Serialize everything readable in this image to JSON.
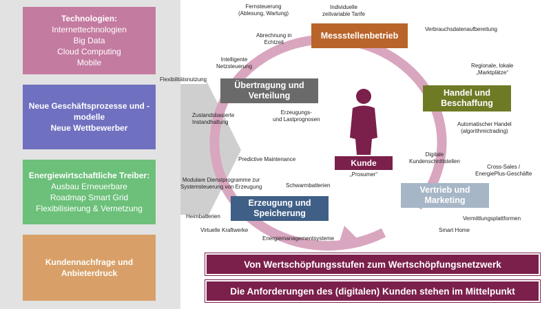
{
  "left_boxes": [
    {
      "title": "Technologien:",
      "lines": [
        "Internettechnologien",
        "Big Data",
        "Cloud Computing",
        "Mobile"
      ],
      "color": "#c47ba0"
    },
    {
      "title": "Neue Geschäftsprozesse und -modelle\nNeue Wettbewerber",
      "lines": [],
      "color": "#7070c0"
    },
    {
      "title": "Energiewirtschaftliche Treiber:",
      "lines": [
        "Ausbau Erneuerbare",
        "Roadmap Smart Grid",
        "Flexibilisierung  & Vernetzung"
      ],
      "color": "#6cc07a"
    },
    {
      "title": "Kundennachfrage und Anbieterdruck",
      "lines": [],
      "color": "#d8a068"
    }
  ],
  "nodes": {
    "messstellen": {
      "label": "Messstellenbetrieb",
      "color": "#b9642a"
    },
    "handel": {
      "label": "Handel und Beschaffung",
      "color": "#6f7a25"
    },
    "vertrieb": {
      "label": "Vertrieb und Marketing",
      "color": "#a6b6c6"
    },
    "erzeugung": {
      "label": "Erzeugung und Speicherung",
      "color": "#3f5f86"
    },
    "uebertragung": {
      "label": "Übertragung und Verteilung",
      "color": "#6a6a6a"
    },
    "kunde": {
      "label": "Kunde",
      "sublabel": "„Prosumer“",
      "color": "#7b1f4b"
    }
  },
  "labels": [
    {
      "id": "fernsteuerung",
      "text": "Fernsteuerung\n(Ablesung, Wartung)"
    },
    {
      "id": "tarife",
      "text": "Individuelle\nzeitvariable Tarife"
    },
    {
      "id": "verbrauch",
      "text": "Verbrauchsdatenaufbereitung"
    },
    {
      "id": "abrechnung",
      "text": "Abrechnung in\nEchtzeit"
    },
    {
      "id": "netzsteuerung",
      "text": "Intelligente\nNetzsteuerung"
    },
    {
      "id": "flexibilitaet",
      "text": "Flexibilitätsnutzung"
    },
    {
      "id": "marktplaetze",
      "text": "Regionale, lokale\n„Marktplätze“"
    },
    {
      "id": "zustand",
      "text": "Zustandsbasierte\nInstandhaltung"
    },
    {
      "id": "prognosen",
      "text": "Erzeugungs-\nund Lastprognosen"
    },
    {
      "id": "autohandel",
      "text": "Automatischer Handel\n(algorithmictrading)"
    },
    {
      "id": "digitale",
      "text": "Digitale\nKundenschnittstellen"
    },
    {
      "id": "predictive",
      "text": "Predictive Maintenance"
    },
    {
      "id": "crosssales",
      "text": "Cross-Sales /\nEnergiePlus-Geschäfte"
    },
    {
      "id": "modulare",
      "text": "Modulare Dienstprogramme zur\nSystemsteuerung von Erzeugung"
    },
    {
      "id": "schwarm",
      "text": "Schwarmbatterien"
    },
    {
      "id": "heim",
      "text": "Heimbatterien"
    },
    {
      "id": "vermittlung",
      "text": "Vermittlungsplattformen"
    },
    {
      "id": "virtuelle",
      "text": "Virtuelle Kraftwerke"
    },
    {
      "id": "smarthome",
      "text": "Smart Home"
    },
    {
      "id": "energiemgmt",
      "text": "Energiemanagementsysteme"
    }
  ],
  "banners": [
    "Von Wertschöpfungsstufen zum Wertschöpfungsnetzwerk",
    "Die Anforderungen des (digitalen) Kunden stehen im Mittelpunkt"
  ],
  "colors": {
    "ring": "#d9a6bf",
    "arrow": "#c9c9c9",
    "banner": "#7b1f4b"
  }
}
